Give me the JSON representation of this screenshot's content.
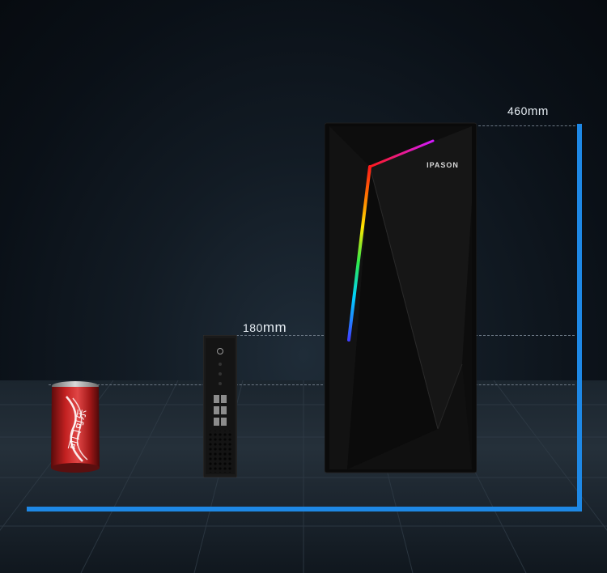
{
  "labels": {
    "large_height_value": "460",
    "large_height_unit": "mm",
    "small_height_value": "180",
    "small_height_unit": "mm"
  },
  "brand": {
    "case_logo": "IPASON",
    "can_logo": "可口可乐"
  },
  "colors": {
    "background": "#0b121a",
    "measure_bar": "#1e88e5",
    "case_body": "#0a0a0a",
    "can_red": "#b01c1c"
  },
  "objects": [
    "soda-can",
    "mini-pc",
    "tower-pc-case"
  ]
}
